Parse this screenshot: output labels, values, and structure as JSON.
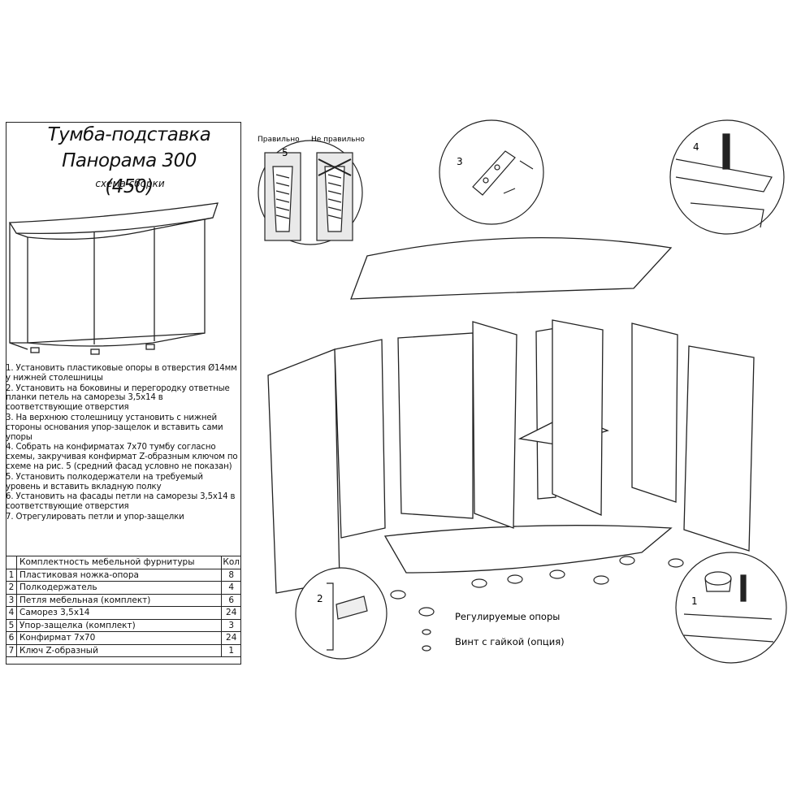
{
  "header": {
    "title_line1": "Тумба-подставка",
    "title_line2": "Панорама 300 (450)",
    "subtitle": "схема сборки"
  },
  "steps": [
    "1. Установить пластиковые опоры в отверстия Ø14мм у нижней столешницы",
    "2. Установить на боковины и перегородку ответные планки петель на саморезы 3,5x14 в соответствующие отверстия",
    "3. На верхнюю столешницу установить с нижней стороны основания упор-защелок и вставить сами упоры",
    "4. Собрать на конфирматах 7x70 тумбу согласно схемы, закручивая конфирмат Z-образным ключом по схеме на рис. 5 (средний фасад условно не показан)",
    "5. Установить полкодержатели на требуемый уровень и вставить вкладную полку",
    "6. Установить на фасады петли на саморезы 3,5x14 в соответствующие отверстия",
    "7. Отрегулировать петли и упор-защелки"
  ],
  "parts_table": {
    "header_name": "Комплектность мебельной фурнитуры",
    "header_qty": "Кол",
    "rows": [
      {
        "num": "1",
        "name": "Пластиковая ножка-опора",
        "qty": "8"
      },
      {
        "num": "2",
        "name": "Полкодержатель",
        "qty": "4"
      },
      {
        "num": "3",
        "name": "Петля мебельная (комплект)",
        "qty": "6"
      },
      {
        "num": "4",
        "name": "Саморез 3,5x14",
        "qty": "24"
      },
      {
        "num": "5",
        "name": "Упор-защелка (комплект)",
        "qty": "3"
      },
      {
        "num": "6",
        "name": "Конфирмат 7x70",
        "qty": "24"
      },
      {
        "num": "7",
        "name": "Ключ Z-образный",
        "qty": "1"
      }
    ]
  },
  "detail_labels": {
    "correct": "Правильно",
    "incorrect": "Не правильно",
    "fig1": "1",
    "fig2": "2",
    "fig3": "3",
    "fig4": "4",
    "fig5": "5"
  },
  "callouts": {
    "adjustable_feet": "Регулируемые опоры",
    "screw_nut": "Винт с гайкой (опция)"
  }
}
